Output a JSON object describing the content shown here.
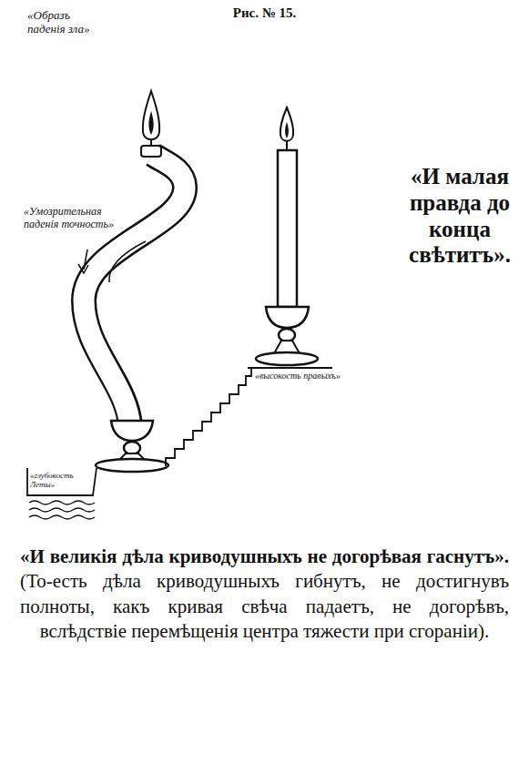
{
  "diagram": {
    "title": "Рис. № 15.",
    "caption": "«И великія дѣла криводушныхъ не догорѣвая гаснутъ».",
    "labels": [
      "«Образъ паденія зла»",
      "«Умозрительная паденія точность»",
      "«высокость правыхъ»",
      "«глубокость Леты»",
      "«И малая правда до конца свѣтитъ».",
      "(То-есть дѣла криводушныхъ гибнутъ, не достигнувъ полноты, какъ кривая свѣча падаетъ, не догорѣвъ, вслѣдствіе перемѣщенія центра тяжести при сгораніи)."
    ]
  }
}
